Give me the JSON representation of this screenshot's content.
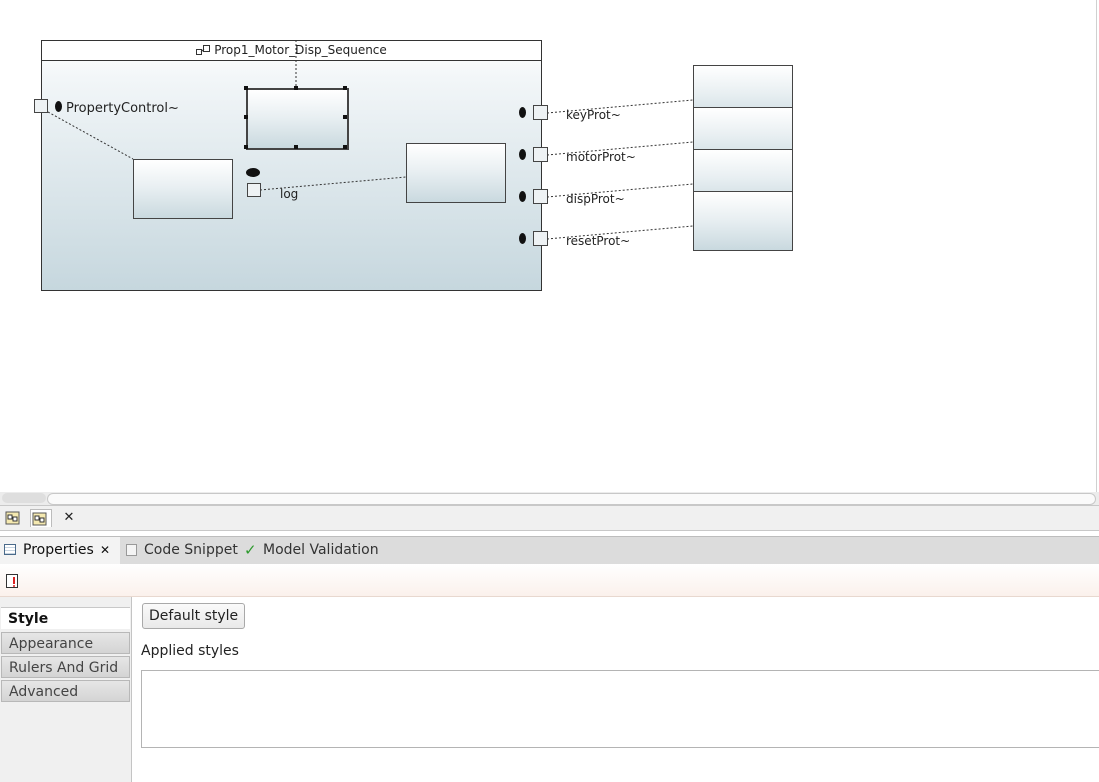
{
  "diagram": {
    "capsule_title": "Prop1_Motor_Disp_Sequence",
    "internal_ports": [
      {
        "label": "PropertyControl~"
      },
      {
        "label": "log"
      }
    ],
    "external_ports": [
      {
        "label": "keyProt~"
      },
      {
        "label": "motorProt~"
      },
      {
        "label": "dispProt~"
      },
      {
        "label": "resetProt~"
      }
    ]
  },
  "view_toolbar": {
    "icons": [
      "diagram-editor-icon",
      "diagram-editor-active-icon",
      "close-icon"
    ]
  },
  "tabs": [
    {
      "label": "Properties",
      "icon": "properties-icon",
      "active": true,
      "closable": true
    },
    {
      "label": "Code Snippet",
      "icon": "snippet-icon",
      "active": false
    },
    {
      "label": "Model Validation",
      "icon": "checkmark-icon",
      "active": false
    }
  ],
  "properties": {
    "side_tabs": [
      "Style",
      "Appearance",
      "Rulers And Grid",
      "Advanced"
    ],
    "default_style_button": "Default style",
    "applied_styles_label": "Applied styles"
  },
  "colors": {
    "checkmark": "#2e9a2e",
    "selection": "#000000"
  }
}
